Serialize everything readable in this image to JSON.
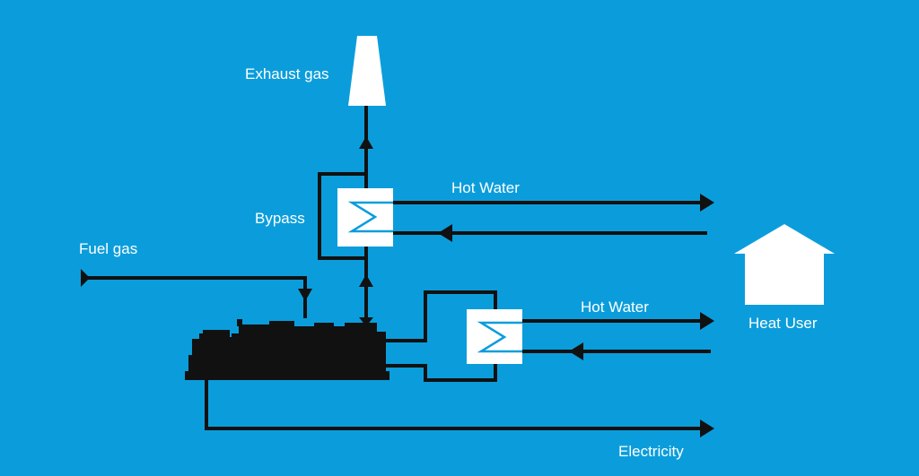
{
  "labels": {
    "exhaust": "Exhaust gas",
    "bypass": "Bypass",
    "fuel": "Fuel gas",
    "hot_water_upper": "Hot Water",
    "hot_water_lower": "Hot Water",
    "heat_user": "Heat User",
    "electricity": "Electricity"
  },
  "colors": {
    "background": "#0b9ddb",
    "lines": "#111111",
    "boxes": "#ffffff"
  }
}
